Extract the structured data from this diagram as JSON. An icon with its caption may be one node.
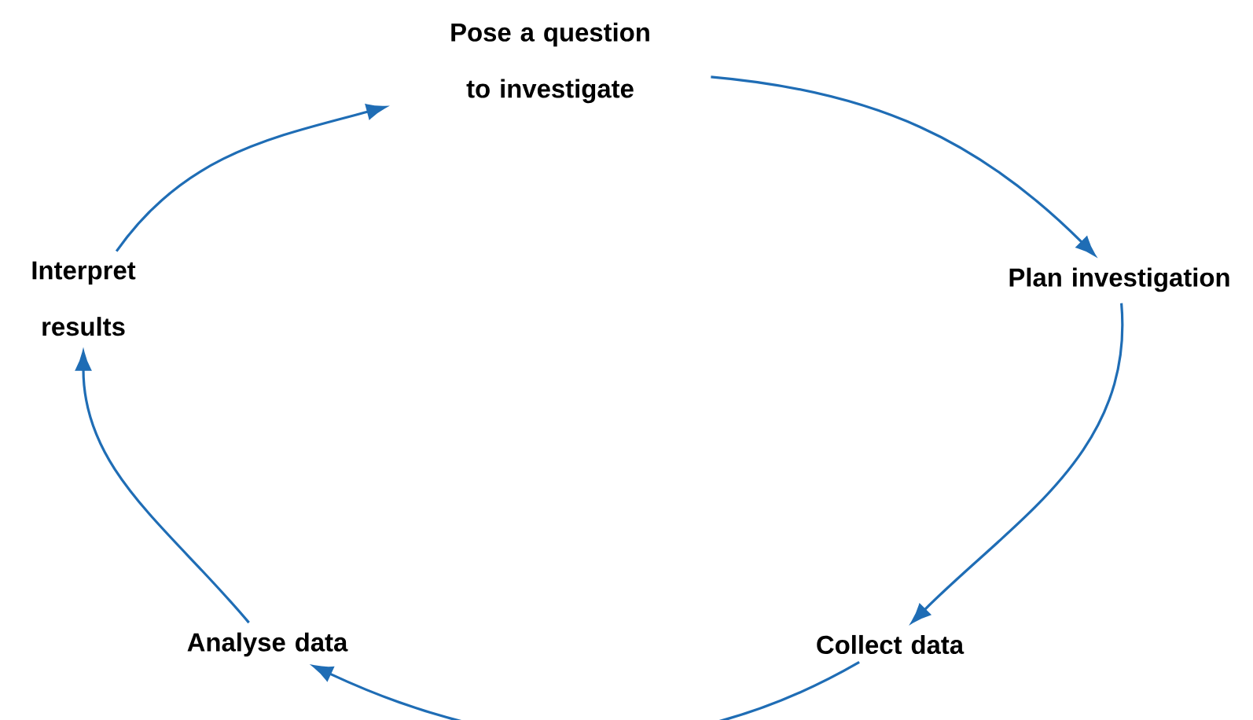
{
  "diagram": {
    "nodes": [
      {
        "text": [
          "Pose a question to investigate"
        ]
      },
      {
        "text": [
          "Plan investigation"
        ]
      },
      {
        "text": [
          "Collect data"
        ]
      },
      {
        "text": [
          "Analyse data"
        ]
      },
      {
        "text": [
          "Interpret results"
        ]
      }
    ],
    "edges": [
      {
        "from": 0,
        "to": 1,
        "arrow": "to"
      },
      {
        "from": 1,
        "to": 2,
        "arrow": "to"
      },
      {
        "from": 2,
        "to": 3,
        "arrow": "to"
      },
      {
        "from": 3,
        "to": 4,
        "arrow": "to"
      },
      {
        "from": 4,
        "to": 0,
        "arrow": "to"
      }
    ]
  }
}
